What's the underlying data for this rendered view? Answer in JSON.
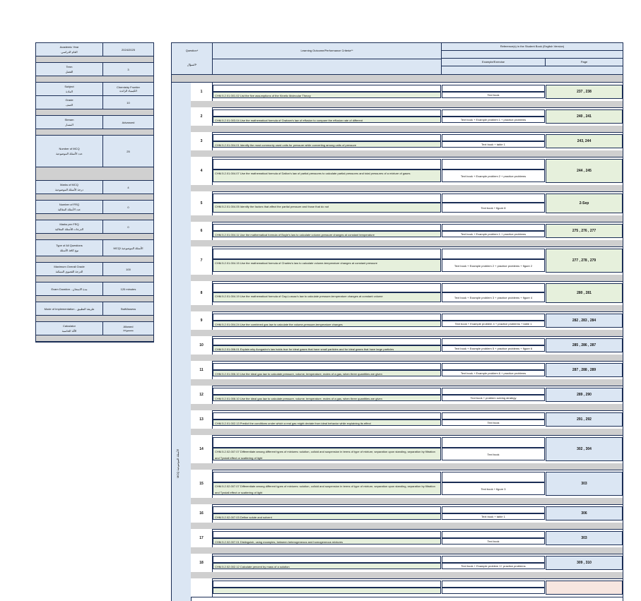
{
  "left_table": {
    "rows": [
      {
        "label_en": "Academic Year",
        "label_ar": "العام الدراسي",
        "value": "2024/2025",
        "gap_after": "small"
      },
      {
        "label_en": "Term",
        "label_ar": "الفصل",
        "value": "3",
        "gap_after": "small"
      },
      {
        "label_en": "Subject",
        "label_ar": "المادة",
        "value": "Chemistry Frontier",
        "value2": "الكيمياء الرائدة",
        "gap_after": "none"
      },
      {
        "label_en": "Grade",
        "label_ar": "الصف",
        "value": "10",
        "gap_after": "small"
      },
      {
        "label_en": "Stream",
        "label_ar": "المسار",
        "value": "Advanced",
        "gap_after": "small"
      },
      {
        "label_en": "Number of MCQ",
        "label_ar": "عدد الأسئلة الموضوعية",
        "value": "25",
        "gap_after": "big"
      },
      {
        "label_en": "Marks of MCQ",
        "label_ar": "درجة الأسئلة الموضوعية",
        "value": "4",
        "gap_after": "small"
      },
      {
        "label_en": "Number of FRQ",
        "label_ar": "عدد الأسئلة المقالية",
        "value": "0",
        "gap_after": "small"
      },
      {
        "label_en": "Marks per FRQ",
        "label_ar": "الدرجات للأسئلة المقالية",
        "value": "0",
        "gap_after": "small"
      },
      {
        "label_en": "Type of All Questions",
        "label_ar": "نوع كافة الأسئلة",
        "value": "MCQ/ الأسئلة الموضوعية",
        "gap_after": "small"
      },
      {
        "label_en": "Maximum Overall Grade",
        "label_ar": "الدرجة القصوى الممكنة",
        "value": "100",
        "gap_after": "small"
      },
      {
        "label_en": "Exam Duration - مدة الامتحان",
        "label_ar": "",
        "value": "120 minutes",
        "gap_after": "small"
      },
      {
        "label_en": "Mode of Implementation - طريقة التطبيق",
        "label_ar": "",
        "value": "SwiftAssess",
        "gap_after": "small"
      },
      {
        "label_en": "Calculator",
        "label_ar": "الآلة الحاسبة",
        "value": "Allowed",
        "value2": "مسموحة",
        "gap_after": "small"
      }
    ]
  },
  "header": {
    "question_en": "Question*",
    "question_ar": "السؤال*",
    "learning": "Learning Outcome/Performance Criteria**",
    "reference": "Reference(s) in the Student Book (English Version)",
    "example": "Example/Exercise",
    "page": "Page"
  },
  "side_label": "MCQ الأسئلة الموضوعية",
  "questions": [
    {
      "n": "1",
      "lo": "CHM.5.2.01.001.02 List the five assumptions of the Kinetic Molecular Theory",
      "ex": "Text book",
      "pg": "237 , 238",
      "color": "green",
      "h": 26
    },
    {
      "n": "2",
      "lo": "CHM.5.2.01.003.04 Use the mathematical formula of Graham's law of effusion to compare the effusion rate of different",
      "ex": "Text book + Example problem 1 + practice problems",
      "pg": "240 , 241",
      "color": "green",
      "h": 26
    },
    {
      "n": "3",
      "lo": "CHM.5.2.01.004.01 Identify the most commonly used units for pressure while converting among units of pressure",
      "ex": "Text book + table 1",
      "pg": "243, 244",
      "color": "green",
      "h": 26
    },
    {
      "n": "4",
      "lo": "CHM.5.2.01.004.07 Use the mathematical formula of Dalton's law of partial pressures to calculate partial pressures and total pressures of a mixture of gases",
      "ex": "Text book + Example problem 2 + practice problems",
      "pg": "244 , 245",
      "color": "green",
      "h": 40
    },
    {
      "n": "5",
      "lo": "CHM.5.2.01.004.05 Identify the factors that affect the partial pressure and those that do not",
      "ex": "Text book + figure 8",
      "pg": "2-Sep",
      "color": "green",
      "h": 34
    },
    {
      "n": "6",
      "lo": "CHM.5.2.01.004.11 Use the mathematical formula of Boyle's law to calculate volume-pressure changes at constant temperature",
      "ex": "Text book + Example problem 1 + practice problems",
      "pg": "275 , 276 , 277",
      "color": "green",
      "h": 26
    },
    {
      "n": "7",
      "lo": "CHM.5.2.01.004.15 Use the mathematical formula of Charles's law to calculate volume-temperature changes at constant pressure",
      "ex": "Text book + Example problem 2 + practice problems + figure 2",
      "pg": "277 , 278 , 279",
      "color": "green",
      "h": 40
    },
    {
      "n": "8",
      "lo": "CHM.5.2.01.004.19 Use the mathematical formula of Gay-Lussac's law to calculate pressure-temperature changes at constant volume",
      "ex": "Text book + Example problem 3 + practice problems + figure 4",
      "pg": "280 , 281",
      "color": "green",
      "h": 34
    },
    {
      "n": "9",
      "lo": "CHM.5.2.01.004.24 Use the combined gas law to calculate the volume-pressure-temperature changes",
      "ex": "Text book + Example problem 4 + practice problems + table 1",
      "pg": "282 , 283 , 284",
      "color": "blue",
      "h": 26
    },
    {
      "n": "10",
      "lo": "CHM.5.2.01.006.01 Explain why Avogadro's law holds true for ideal gases that have small particles and for ideal gases that have large particles",
      "ex": "Text book + Example problem 5 + practice problems + figure 6",
      "pg": "285 , 286 , 287",
      "color": "blue",
      "h": 26
    },
    {
      "n": "11",
      "lo": "CHM.5.2.01.006.10 Use the ideal gas law to calculate pressure, volume, temperature, moles of a gas, when three quantities are given",
      "ex": "Text book + Example problem 6 + practice problems",
      "pg": "287 , 288 , 289",
      "color": "blue",
      "h": 26
    },
    {
      "n": "12",
      "lo": "CHM.5.2.01.006.10 Use the ideal gas law to calculate pressure, volume, temperature, moles of a gas, when three quantities are given",
      "ex": "Text book + problem solving strategy",
      "pg": "289 , 290",
      "color": "blue",
      "h": 26
    },
    {
      "n": "13",
      "lo": "CHM.5.2.01.002.13 Predict the conditions under which a real gas might deviate from ideal behavior while explaining its effect",
      "ex": "Text book",
      "pg": "291 , 292",
      "color": "blue",
      "h": 26
    },
    {
      "n": "14",
      "lo": "CHM.5.2.02.007.07 Differentiate among different types of mixtures: solution, colloid and suspension in terms of type of mixture, separation upon standing, separation by filtration and Tyndall effect or scattering of light",
      "ex": "Text book",
      "pg": "302 , 304",
      "color": "blue",
      "h": 40
    },
    {
      "n": "15",
      "lo": "CHM.5.2.02.007.07 Differentiate among different types of mixtures: solution, colloid and suspension in terms of type of mixture, separation upon standing, separation by filtration and Tyndall effect or scattering of light",
      "ex": "Text book + figure 3",
      "pg": "303",
      "color": "blue",
      "h": 40
    },
    {
      "n": "16",
      "lo": "CHM.5.2.02.007.03 Define solute and solvent",
      "ex": "Text book + table 1",
      "pg": "306",
      "color": "blue",
      "h": 26
    },
    {
      "n": "17",
      "lo": "CHM.5.2.02.007.01 Distinguish, using examples, between heterogeneous and homogeneous mixtures",
      "ex": "Text book",
      "pg": "303",
      "color": "blue",
      "h": 26
    },
    {
      "n": "18",
      "lo": "CHM.5.2.02.002.12 Calculate percent by mass of a solution",
      "ex": "Text book + Example problem 1+ practice problems",
      "pg": "309 , 310",
      "color": "blue",
      "h": 26
    },
    {
      "n": "",
      "lo": "",
      "ex": "",
      "pg": "",
      "color": "pink",
      "h": 26
    }
  ]
}
